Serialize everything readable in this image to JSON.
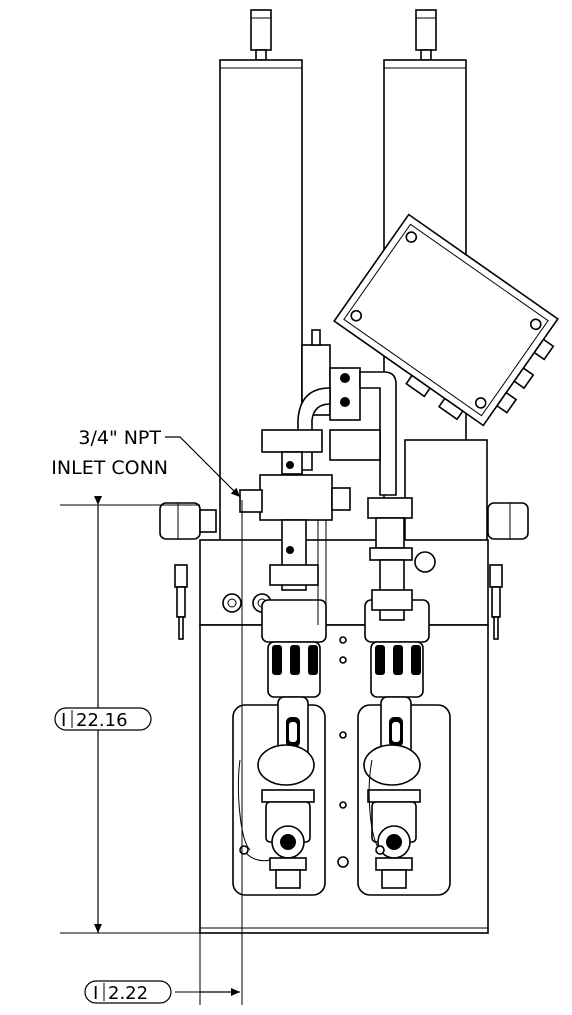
{
  "callout": {
    "line1": "3/4\" NPT",
    "line2": "INLET CONN"
  },
  "dimensions": {
    "height_prefix": "I",
    "height_value": "22.16",
    "offset_prefix": "I",
    "offset_value": "2.22"
  }
}
